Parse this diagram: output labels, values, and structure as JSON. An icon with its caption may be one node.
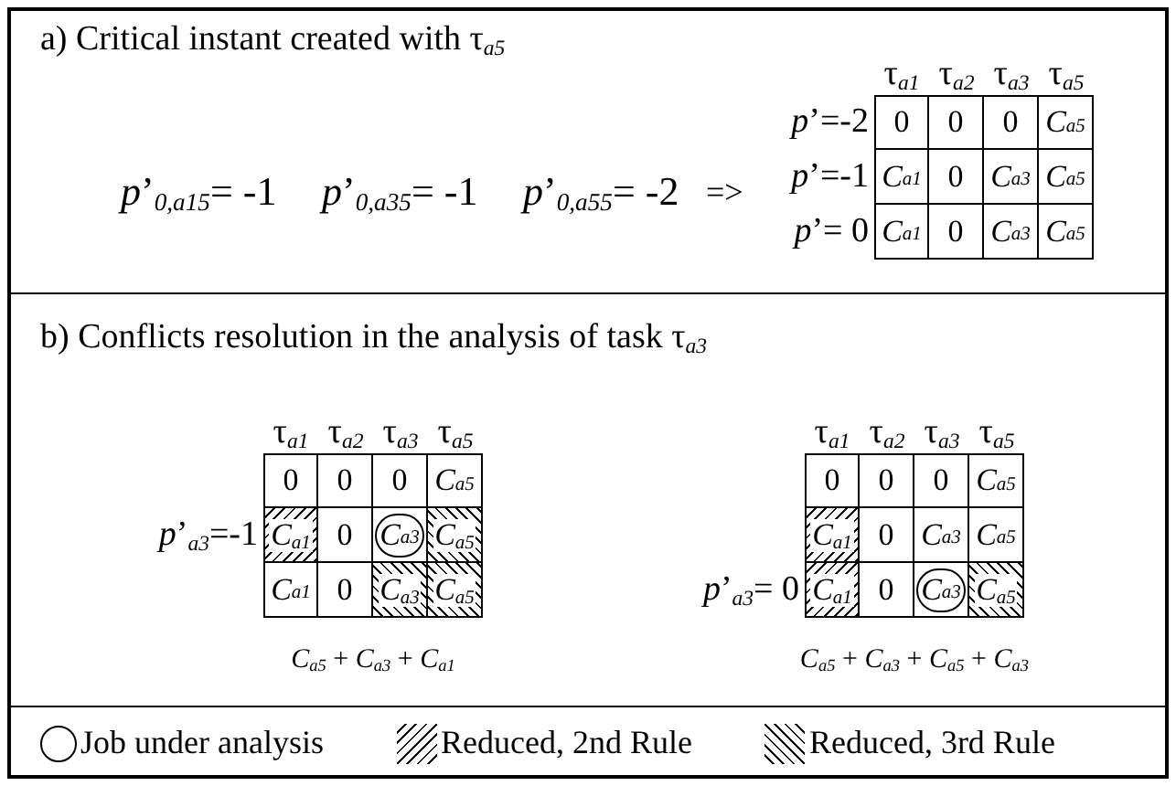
{
  "diagram": {
    "labels": [
      "a) Critical instant created with τ$_{a5}$",
      "*p*’$_{0,a15}$= -1",
      "*p*’$_{0,a35}$= -1",
      "*p*’$_{0,a55}$= -2",
      "=>",
      "τ$_{a1}$",
      "τ$_{a2}$",
      "τ$_{a3}$",
      "τ$_{a5}$",
      "*p*’=-2",
      "0",
      "0",
      "0",
      "*C*$_{a5}$",
      "*p*’=-1",
      "*C*$_{a1}$",
      "0",
      "*C*$_{a3}$",
      "*C*$_{a5}$",
      "*p*’= 0",
      "*C*$_{a1}$",
      "0",
      "*C*$_{a3}$",
      "*C*$_{a5}$",
      "b) Conflicts resolution in the analysis of task τ$_{a3}$",
      "τ$_{a1}$",
      "τ$_{a2}$",
      "τ$_{a3}$",
      "τ$_{a5}$",
      "0",
      "0",
      "0",
      "*C*$_{a5}$",
      "*p*’$_{a3}$=-1",
      "*C*$_{a1}$",
      "0",
      "*C*$_{a3}$",
      "*C*$_{a5}$",
      "*C*$_{a1}$",
      "0",
      "*C*$_{a3}$",
      "*C*$_{a5}$",
      "*C*$_{a5}$ + *C*$_{a3}$ + *C*$_{a1}$",
      "τ$_{a1}$",
      "τ$_{a2}$",
      "τ$_{a3}$",
      "τ$_{a5}$",
      "0",
      "0",
      "0",
      "*C*$_{a5}$",
      "*C*$_{a1}$",
      "0",
      "*C*$_{a3}$",
      "*C*$_{a5}$",
      "*p*’$_{a3}$= 0",
      "*C*$_{a1}$",
      "0",
      "*C*$_{a3}$",
      "*C*$_{a5}$",
      "*C*$_{a5}$ + *C*$_{a3}$ + *C*$_{a5}$ + *C*$_{a3}$"
    ],
    "legend": [
      {
        "text": "Job under analysis"
      },
      {
        "text": "Reduced, 2nd Rule"
      },
      {
        "text": "Reduced, 3rd Rule"
      }
    ]
  }
}
